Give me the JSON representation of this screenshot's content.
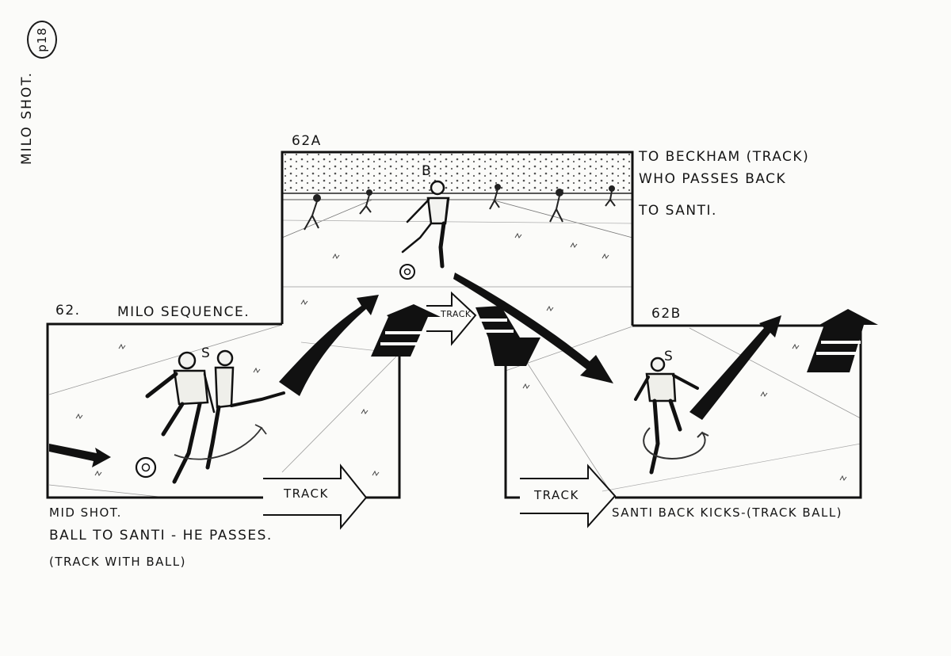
{
  "sheet": {
    "shot_label": "MILO SHOT.",
    "page_number": "p18"
  },
  "panels": {
    "p62": {
      "number": "62.",
      "title": "MILO SEQUENCE.",
      "character_label": "S",
      "track_label": "TRACK",
      "caption": [
        "MID SHOT.",
        "BALL TO SANTI - HE PASSES.",
        "(TRACK WITH BALL)"
      ]
    },
    "p62a": {
      "number": "62A",
      "character_label": "B",
      "track_label": "TRACK",
      "caption": [
        "TO BECKHAM (TRACK)",
        "WHO PASSES BACK",
        "TO SANTI."
      ]
    },
    "p62b": {
      "number": "62B",
      "character_label": "S",
      "track_label": "TRACK",
      "caption": [
        "SANTI BACK KICKS-(TRACK BALL)"
      ]
    }
  }
}
